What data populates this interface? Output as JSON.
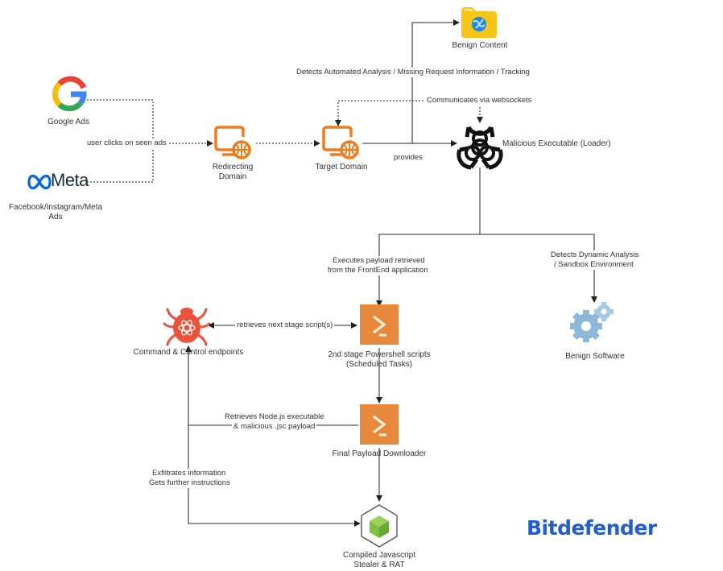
{
  "diagram": {
    "brand": {
      "text": "Bitdefender",
      "color": "#1f5fd1"
    },
    "colors": {
      "orange": "#f07b1c",
      "powershell_orange": "#e6893a",
      "bug_red": "#e8533c",
      "folder_yellow": "#f5c518",
      "node_green": "#7cc242",
      "gear_blue": "#8fb8d8",
      "line": "#555555"
    },
    "nodes": {
      "google_ads": {
        "label": "Google Ads",
        "icon": "google-logo-icon"
      },
      "meta_ads": {
        "label_line1": "Facebook/Instagram/Meta",
        "label_line2": "Ads",
        "logo_text": "Meta",
        "icon": "meta-logo-icon"
      },
      "redirecting_domain": {
        "label_line1": "Redirecting",
        "label_line2": "Domain",
        "icon": "web-server-icon"
      },
      "target_domain": {
        "label": "Target Domain",
        "icon": "web-server-icon"
      },
      "benign_content": {
        "label": "Benign Content",
        "icon": "folder-globe-icon"
      },
      "malicious_executable": {
        "label": "Malicious Executable (Loader)",
        "icon": "biohazard-icon"
      },
      "benign_software": {
        "label": "Benign Software",
        "icon": "gears-icon"
      },
      "c2_endpoints": {
        "label": "Command & Control endpoints",
        "icon": "bug-icon"
      },
      "second_stage": {
        "label_line1": "2nd stage Powershell scripts",
        "label_line2": "(Scheduled Tasks)",
        "icon": "powershell-icon"
      },
      "final_downloader": {
        "label": "Final Payload Downloader",
        "icon": "powershell-icon"
      },
      "compiled_js": {
        "label_line1": "Compiled Javascript",
        "label_line2": "Stealer & RAT",
        "icon": "nodejs-cube-icon"
      }
    },
    "edges": {
      "user_clicks": "user clicks on seen ads",
      "detects_automated": "Detects Automated Analysis / Missing Request Information / Tracking",
      "websockets": "Communicates via websockets",
      "provides": "provides",
      "executes_payload_line1": "Executes payload retrieved",
      "executes_payload_line2": "from the FrontEnd application",
      "detects_dynamic_line1": "Detects Dynamic Analysis",
      "detects_dynamic_line2": "/ Sandbox Environment",
      "retrieves_next": "retrieves next stage script(s)",
      "retrieves_node_line1": "Retrieves Node.js executable",
      "retrieves_node_line2": "& malicious .jsc payload",
      "exfiltrates_line1": "Exfiltrates information",
      "exfiltrates_line2": "Gets further instructions"
    }
  }
}
